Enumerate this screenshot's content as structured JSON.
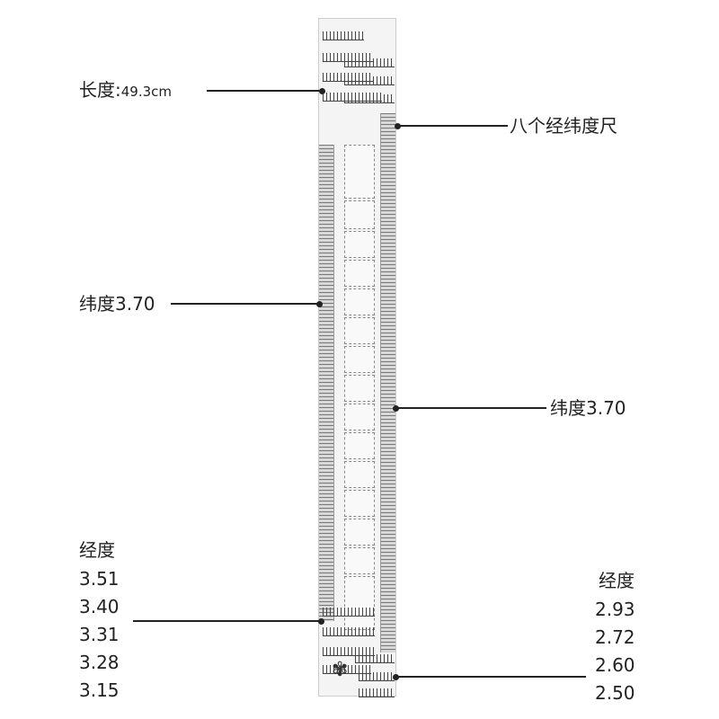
{
  "product": {
    "name": "八个经纬度尺",
    "logo": "鹿"
  },
  "length": {
    "label": "长度:",
    "value": "49.3cm"
  },
  "latitude_left": "纬度3.70",
  "latitude_right": "纬度3.70",
  "longitude_left": {
    "title": "经度",
    "values": [
      "3.51",
      "3.40",
      "3.31",
      "3.28",
      "3.15"
    ]
  },
  "longitude_right": {
    "title": "经度",
    "values": [
      "2.93",
      "2.72",
      "2.60",
      "2.50"
    ]
  }
}
